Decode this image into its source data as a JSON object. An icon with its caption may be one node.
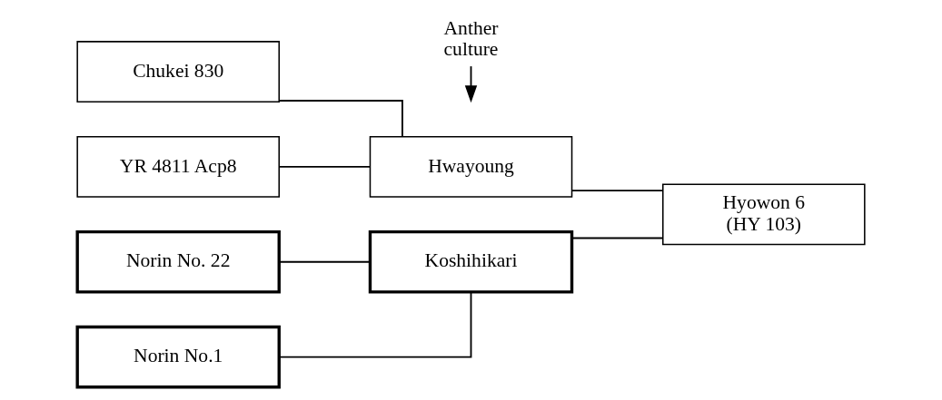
{
  "diagram": {
    "nodes": [
      {
        "text": [
          "Chukei 830"
        ]
      },
      {
        "text": [
          "YR 4811 Acp8"
        ]
      },
      {
        "text": [
          "Hwayoung"
        ]
      },
      {
        "text": [
          "Norin No. 22"
        ]
      },
      {
        "text": [
          "Norin No.1"
        ]
      },
      {
        "text": [
          "Koshihikari"
        ]
      },
      {
        "text": [
          "Hyowon 6 (HY 103)"
        ]
      },
      {
        "text": [
          "Anther culture"
        ]
      }
    ],
    "edges": [
      {
        "from": 0,
        "to": 2,
        "arrow": "none"
      },
      {
        "from": 1,
        "to": 2,
        "arrow": "none"
      },
      {
        "from": 3,
        "to": 5,
        "arrow": "none"
      },
      {
        "from": 4,
        "to": 5,
        "arrow": "none"
      },
      {
        "from": 2,
        "to": 6,
        "arrow": "none"
      },
      {
        "from": 5,
        "to": 6,
        "arrow": "none"
      },
      {
        "from": 7,
        "to": null,
        "arrow": "to"
      }
    ]
  }
}
